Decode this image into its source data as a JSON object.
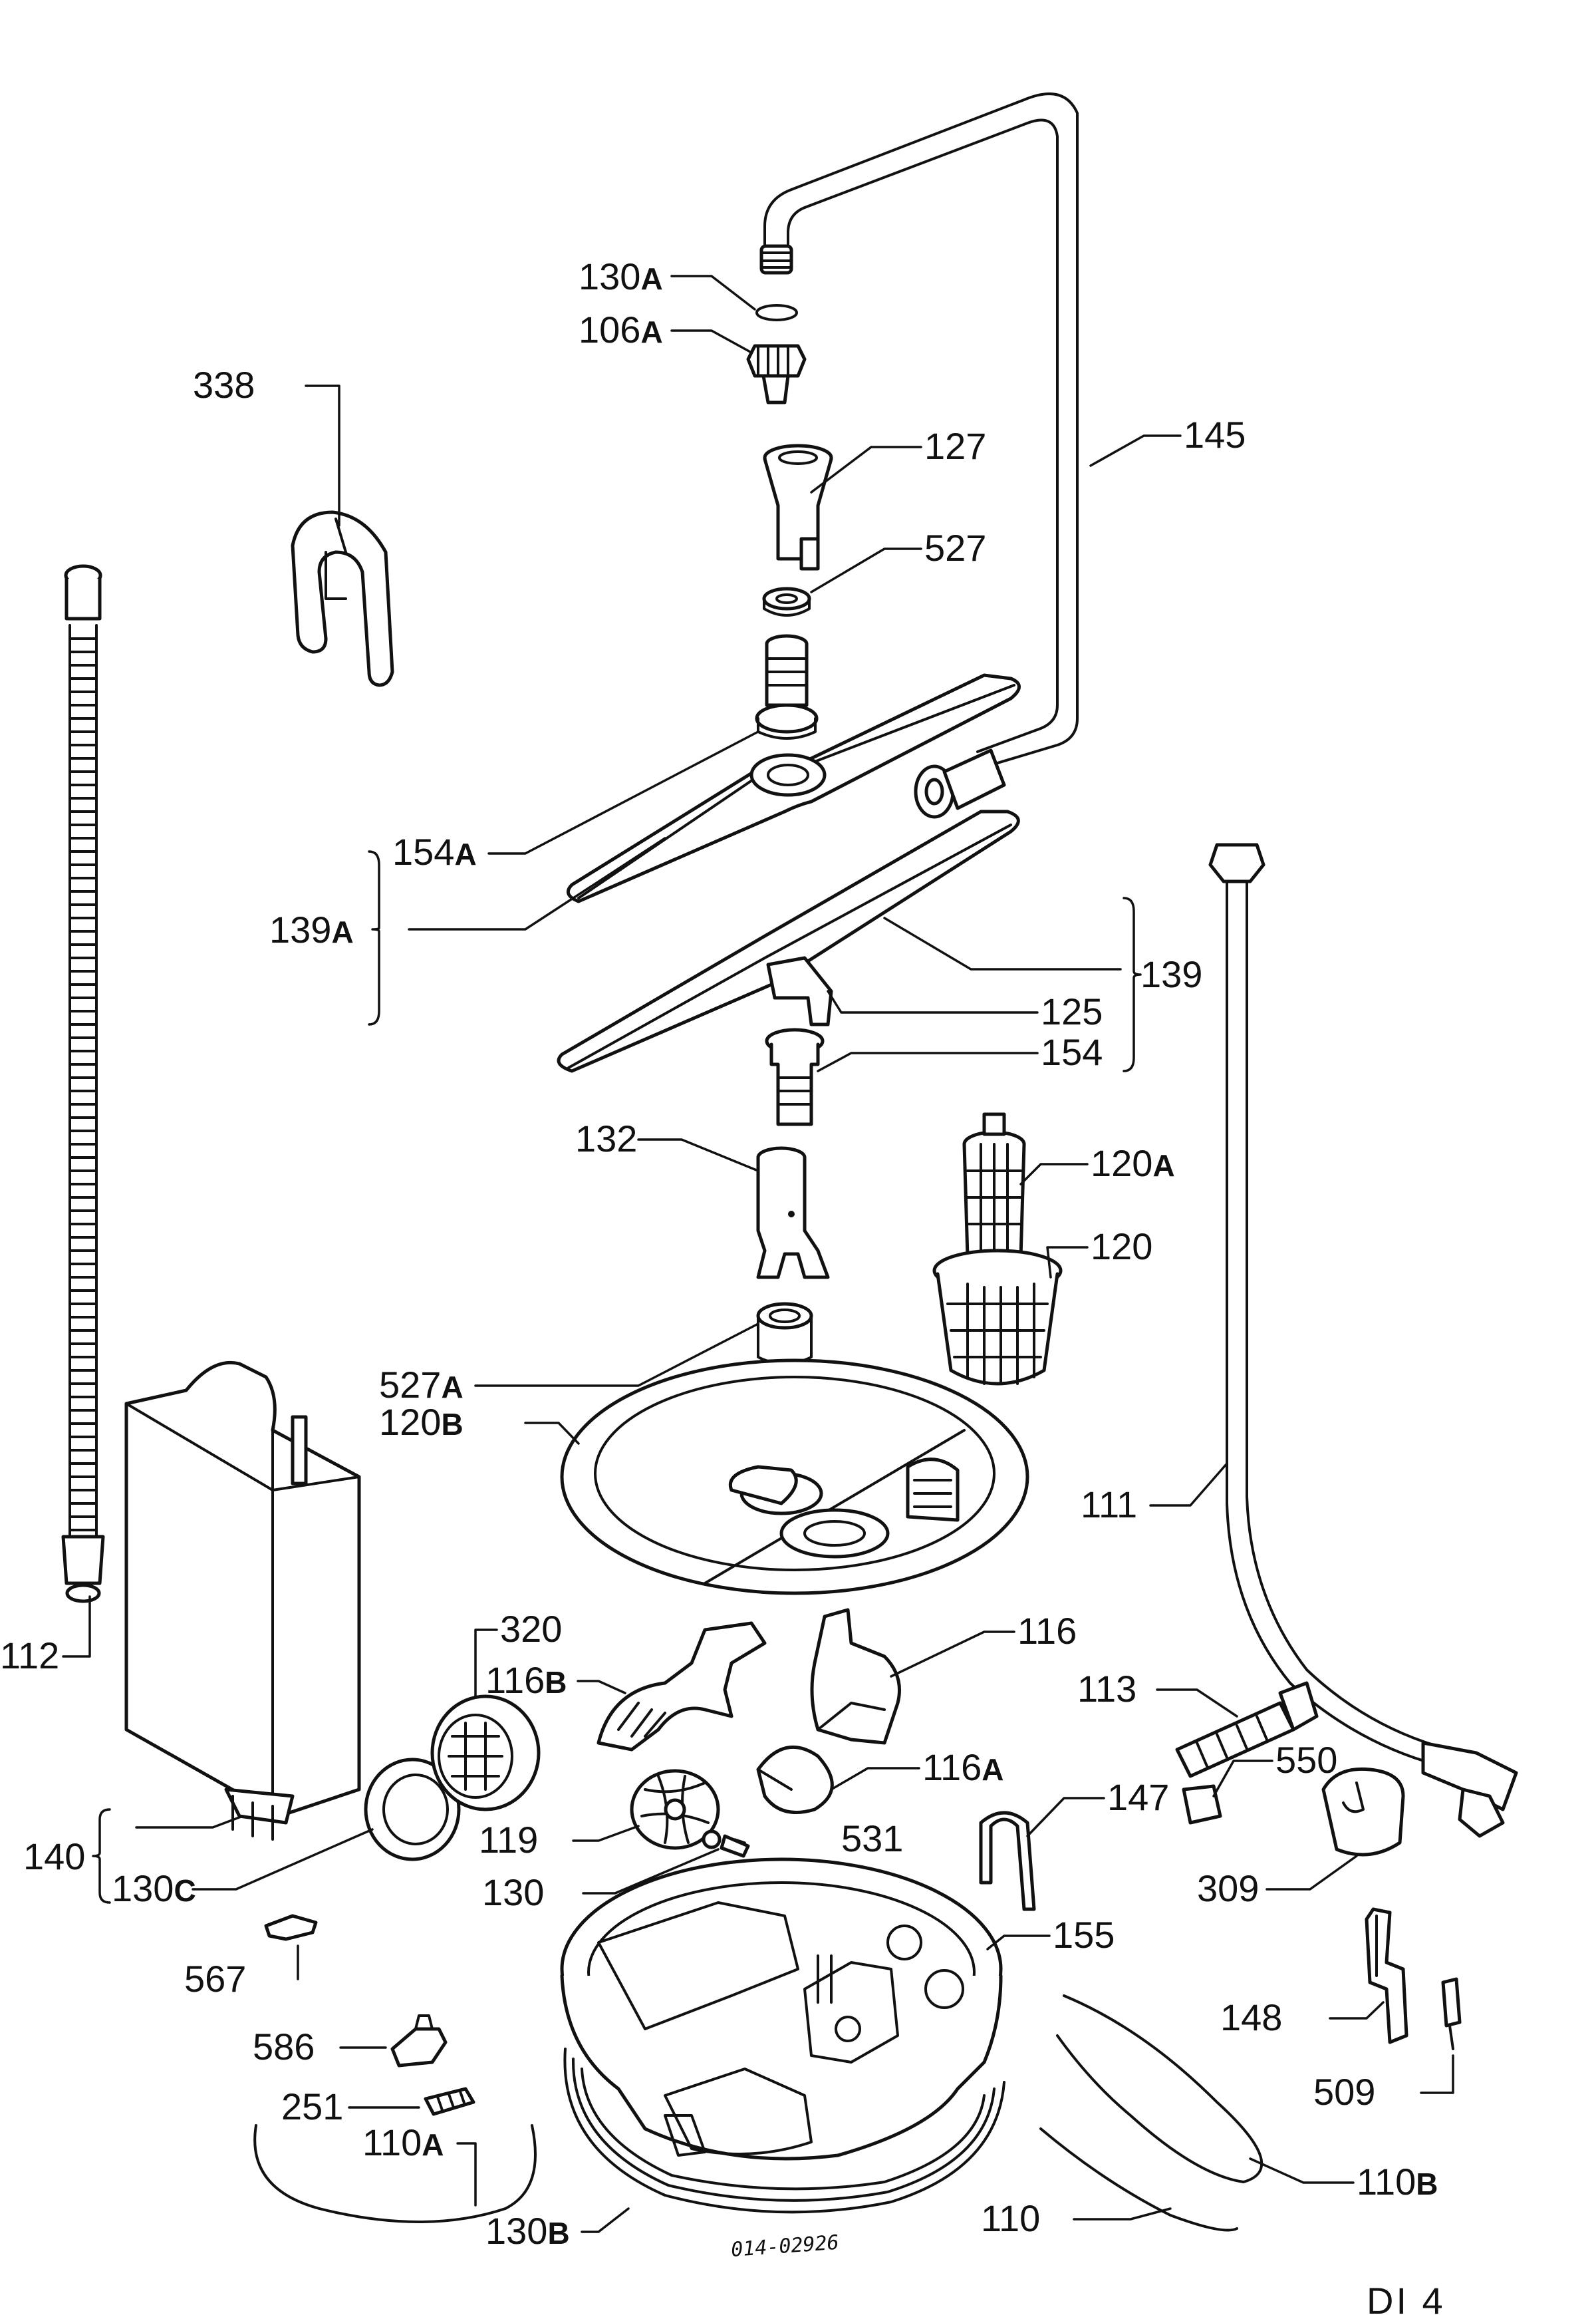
{
  "labels": {
    "l130A": [
      "130",
      "A"
    ],
    "l106A": [
      "106",
      "A"
    ],
    "l338": [
      "338"
    ],
    "l145": [
      "145"
    ],
    "l127": [
      "127"
    ],
    "l527": [
      "527"
    ],
    "l154A": [
      "154",
      "A"
    ],
    "l139A": [
      "139",
      "A"
    ],
    "l139": [
      "139"
    ],
    "l125": [
      "125"
    ],
    "l154": [
      "154"
    ],
    "l132": [
      "132"
    ],
    "l120A": [
      "120",
      "A"
    ],
    "l120": [
      "120"
    ],
    "l527A": [
      "527",
      "A"
    ],
    "l120B": [
      "120",
      "B"
    ],
    "l111": [
      "111"
    ],
    "l112": [
      "112"
    ],
    "l320": [
      "320"
    ],
    "l116B": [
      "116",
      "B"
    ],
    "l116": [
      "116"
    ],
    "l113": [
      "113"
    ],
    "l116A": [
      "116",
      "A"
    ],
    "l550": [
      "550"
    ],
    "l140": [
      "140"
    ],
    "l130C": [
      "130",
      "C"
    ],
    "l119": [
      "119"
    ],
    "l531": [
      "531"
    ],
    "l147": [
      "147"
    ],
    "l130": [
      "130"
    ],
    "l309": [
      "309"
    ],
    "l155": [
      "155"
    ],
    "l567": [
      "567"
    ],
    "l148": [
      "148"
    ],
    "l586": [
      "586"
    ],
    "l251": [
      "251"
    ],
    "l110A": [
      "110",
      "A"
    ],
    "l509": [
      "509"
    ],
    "l110B": [
      "110",
      "B"
    ],
    "l130B": [
      "130",
      "B"
    ],
    "l110": [
      "110"
    ]
  },
  "drawing_ref": "014-02926",
  "sheet_id": "DI 4"
}
